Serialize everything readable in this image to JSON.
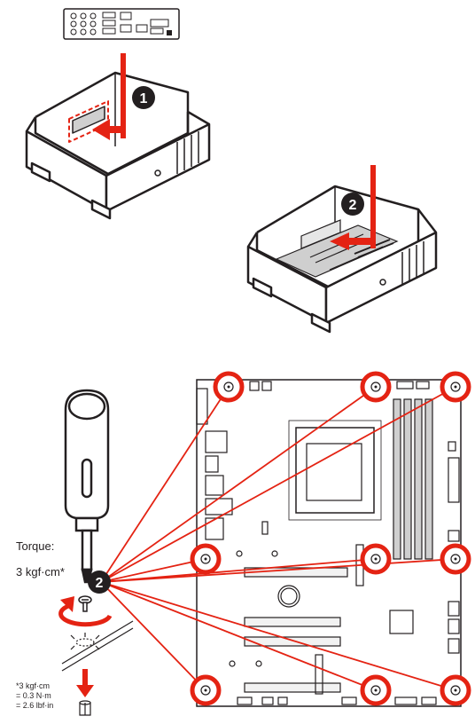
{
  "colors": {
    "accent_red": "#e42313",
    "line_black": "#231f20",
    "fill_gray": "#cfcfcf",
    "fill_light": "#f2f2f2"
  },
  "steps": [
    {
      "number": "1"
    },
    {
      "number": "2"
    },
    {
      "number": "2"
    }
  ],
  "torque": {
    "label": "Torque:",
    "value": "3 kgf·cm*"
  },
  "conversion": [
    "*3 kgf·cm",
    "= 0.3 N·m",
    "= 2.6 lbf·in"
  ],
  "standoff_count": 9,
  "icons": [
    "io-shield-icon",
    "case-icon",
    "motherboard-icon",
    "screwdriver-icon",
    "screw-icon",
    "standoff-icon",
    "rotate-arrow-icon",
    "down-arrow-icon"
  ]
}
